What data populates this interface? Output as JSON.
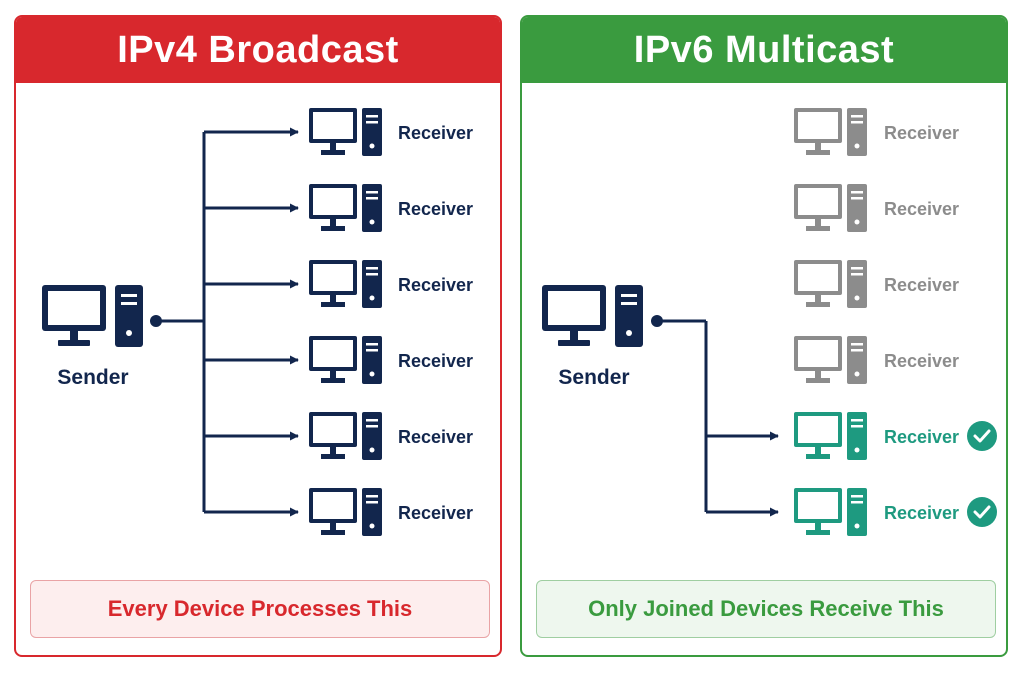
{
  "colors": {
    "broadcast_red": "#d8282d",
    "multicast_green": "#3a9b3f",
    "device_navy": "#12264d",
    "inactive_gray": "#8c8c8c",
    "joined_teal": "#1e9a80"
  },
  "broadcast": {
    "title": "IPv4 Broadcast",
    "sender_label": "Sender",
    "receivers": [
      {
        "label": "Receiver",
        "state": "receiving"
      },
      {
        "label": "Receiver",
        "state": "receiving"
      },
      {
        "label": "Receiver",
        "state": "receiving"
      },
      {
        "label": "Receiver",
        "state": "receiving"
      },
      {
        "label": "Receiver",
        "state": "receiving"
      },
      {
        "label": "Receiver",
        "state": "receiving"
      }
    ],
    "footer": "Every Device Processes This"
  },
  "multicast": {
    "title": "IPv6 Multicast",
    "sender_label": "Sender",
    "receivers": [
      {
        "label": "Receiver",
        "state": "not-joined"
      },
      {
        "label": "Receiver",
        "state": "not-joined"
      },
      {
        "label": "Receiver",
        "state": "not-joined"
      },
      {
        "label": "Receiver",
        "state": "not-joined"
      },
      {
        "label": "Receiver",
        "state": "joined",
        "icon": "check-circle-icon"
      },
      {
        "label": "Receiver",
        "state": "joined",
        "icon": "check-circle-icon"
      }
    ],
    "footer": "Only Joined Devices Receive This"
  }
}
